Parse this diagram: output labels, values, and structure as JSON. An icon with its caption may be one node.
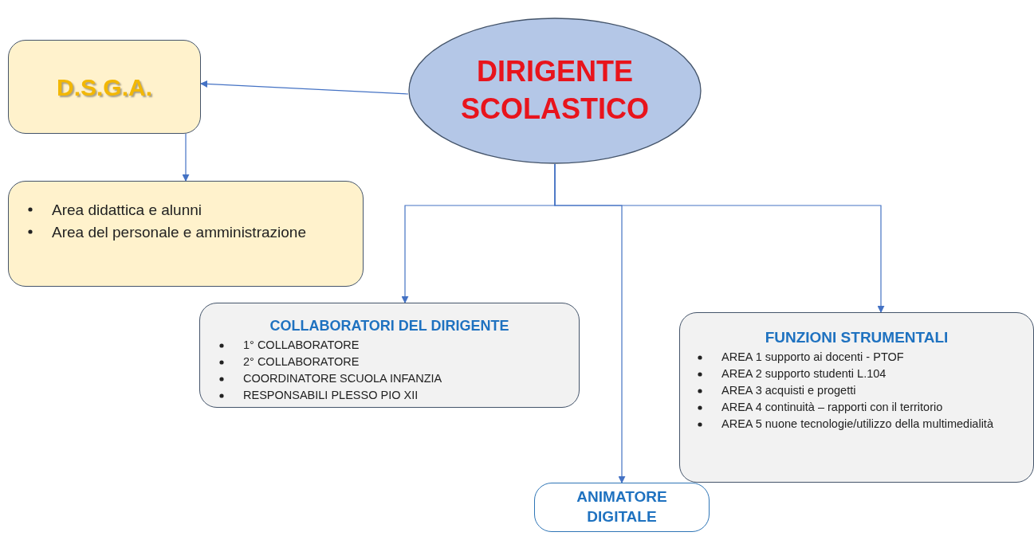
{
  "diagram": {
    "nodes": [
      {
        "text": [
          "DIRIGENTE SCOLASTICO"
        ]
      },
      {
        "text": [
          "D.S.G.A."
        ]
      },
      {
        "text": [
          "Area didattica e alunni",
          "Area del personale e amministrazione"
        ]
      },
      {
        "text": [
          "COLLABORATORI DEL DIRIGENTE",
          "1° COLLABORATORE",
          "2° COLLABORATORE",
          "COORDINATORE SCUOLA INFANZIA",
          "RESPONSABILI PLESSO PIO XII"
        ]
      },
      {
        "text": [
          "FUNZIONI STRUMENTALI",
          "AREA 1 supporto ai docenti - PTOF",
          "AREA 2 supporto studenti L.104",
          "AREA 3 acquisti e progetti",
          "AREA 4 continuità – rapporti con il territorio",
          "AREA 5 nuone tecnologie/utilizzo della multimedialità"
        ]
      },
      {
        "text": [
          "ANIMATORE DIGITALE"
        ]
      }
    ],
    "edges": [
      {
        "from": 0,
        "to": 1,
        "arrow": "to"
      },
      {
        "from": 1,
        "to": 2,
        "arrow": "to"
      },
      {
        "from": 0,
        "to": 3,
        "arrow": "to"
      },
      {
        "from": 0,
        "to": 5,
        "arrow": "to"
      },
      {
        "from": 0,
        "to": 4,
        "arrow": "to"
      }
    ]
  }
}
